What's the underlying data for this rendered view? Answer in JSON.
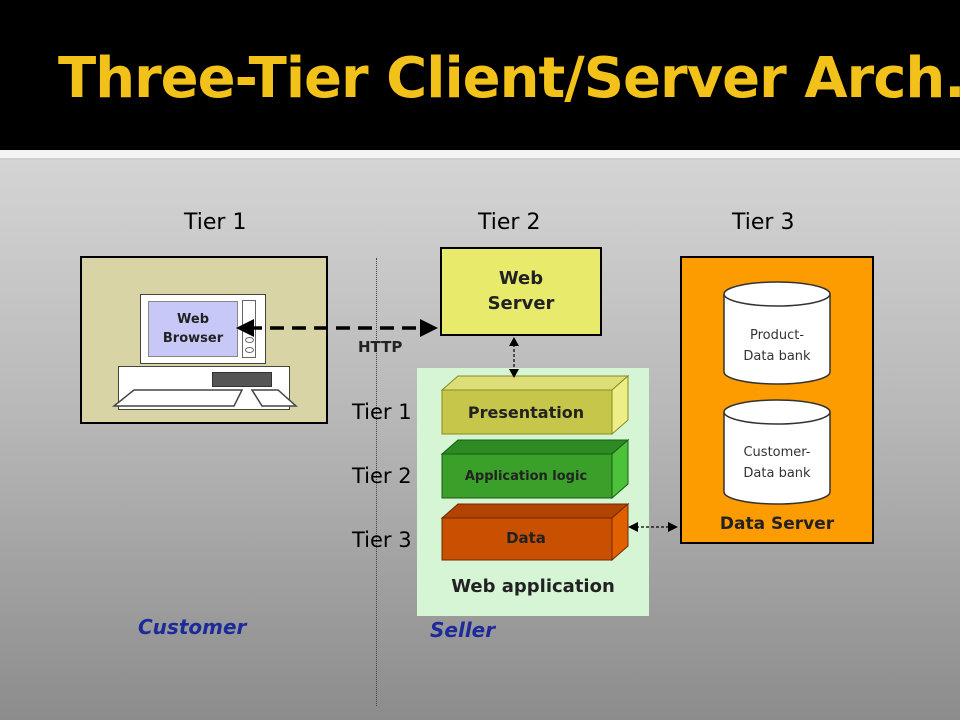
{
  "title": "Three-Tier Client/Server Arch.",
  "top_tiers": [
    "Tier 1",
    "Tier 2",
    "Tier 3"
  ],
  "client": {
    "screen_line1": "Web",
    "screen_line2": "Browser"
  },
  "connection": {
    "protocol": "HTTP"
  },
  "web_server": {
    "line1": "Web",
    "line2": "Server"
  },
  "web_application": {
    "label": "Web application",
    "layers": [
      {
        "label": "Presentation",
        "color": "#c8c84a"
      },
      {
        "label": "Application logic",
        "color": "#3aa02a"
      },
      {
        "label": "Data",
        "color": "#c85000"
      }
    ],
    "tiers": [
      "Tier 1",
      "Tier 2",
      "Tier 3"
    ]
  },
  "data_server": {
    "label": "Data Server",
    "color": "#fd9c00",
    "databases": [
      {
        "line1": "Product-",
        "line2": "Data bank"
      },
      {
        "line1": "Customer-",
        "line2": "Data bank"
      }
    ]
  },
  "sides": {
    "customer": "Customer",
    "seller": "Seller"
  },
  "colors": {
    "title": "#f2c21a",
    "side_labels": "#1d2a9a"
  }
}
